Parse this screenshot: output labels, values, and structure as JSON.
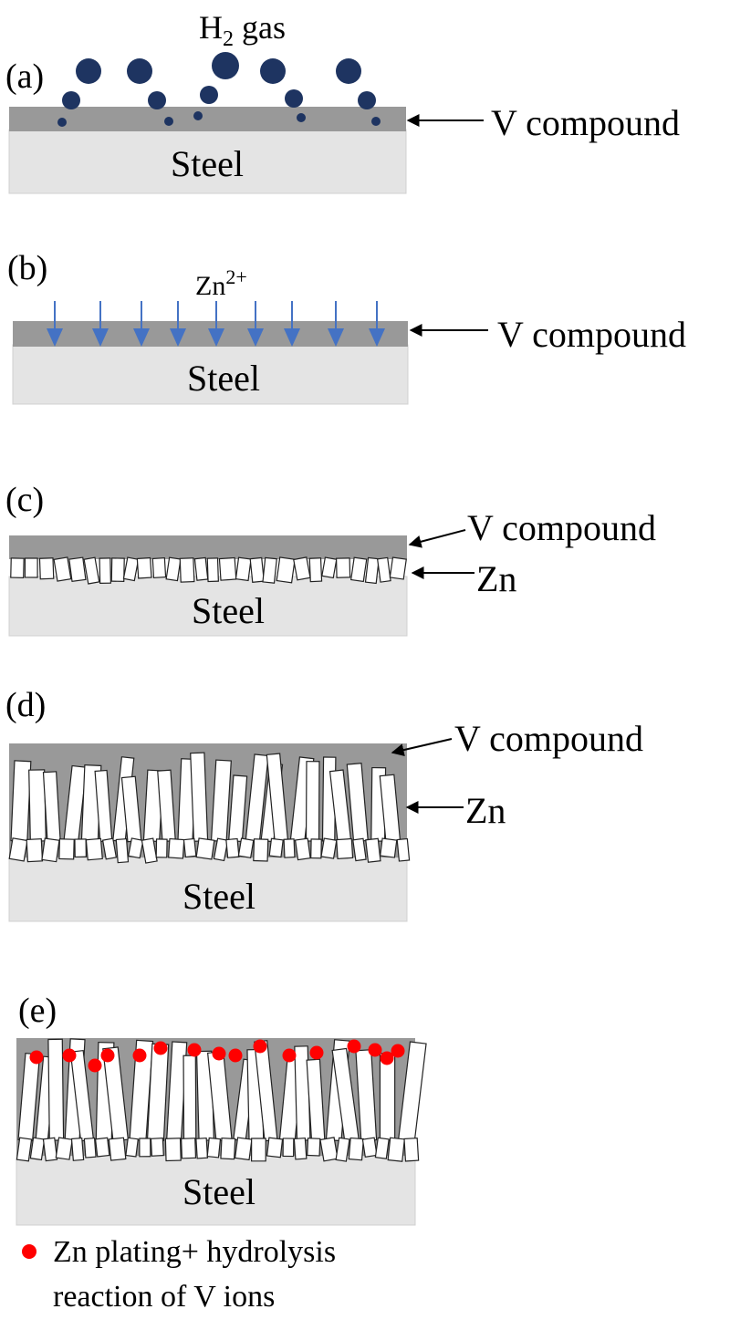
{
  "colors": {
    "steel": "#e4e4e4",
    "v_compound": "#999999",
    "h2_bubble": "#1e3461",
    "zn_arrow": "#4472c4",
    "zn_crystal_fill": "#ffffff",
    "zn_crystal_stroke": "#222222",
    "reaction_dot": "#ff0000"
  },
  "panels": [
    {
      "id": "a",
      "label": "(a)",
      "substrate": "Steel",
      "top_text": "H",
      "top_text_sub": "2",
      "top_text_suffix": " gas",
      "annotations": [
        {
          "text": "V compound"
        }
      ]
    },
    {
      "id": "b",
      "label": "(b)",
      "substrate": "Steel",
      "top_text": "Zn",
      "top_text_sup": "2+",
      "annotations": [
        {
          "text": "V compound"
        }
      ]
    },
    {
      "id": "c",
      "label": "(c)",
      "substrate": "Steel",
      "annotations": [
        {
          "text": "V compound"
        },
        {
          "text": "Zn"
        }
      ]
    },
    {
      "id": "d",
      "label": "(d)",
      "substrate": "Steel",
      "annotations": [
        {
          "text": "V compound"
        },
        {
          "text": "Zn"
        }
      ]
    },
    {
      "id": "e",
      "label": "(e)",
      "substrate": "Steel"
    }
  ],
  "legend": {
    "line1": "Zn plating+ hydrolysis",
    "line2": "reaction of V ions",
    "marker_icon": "red-dot-icon"
  }
}
